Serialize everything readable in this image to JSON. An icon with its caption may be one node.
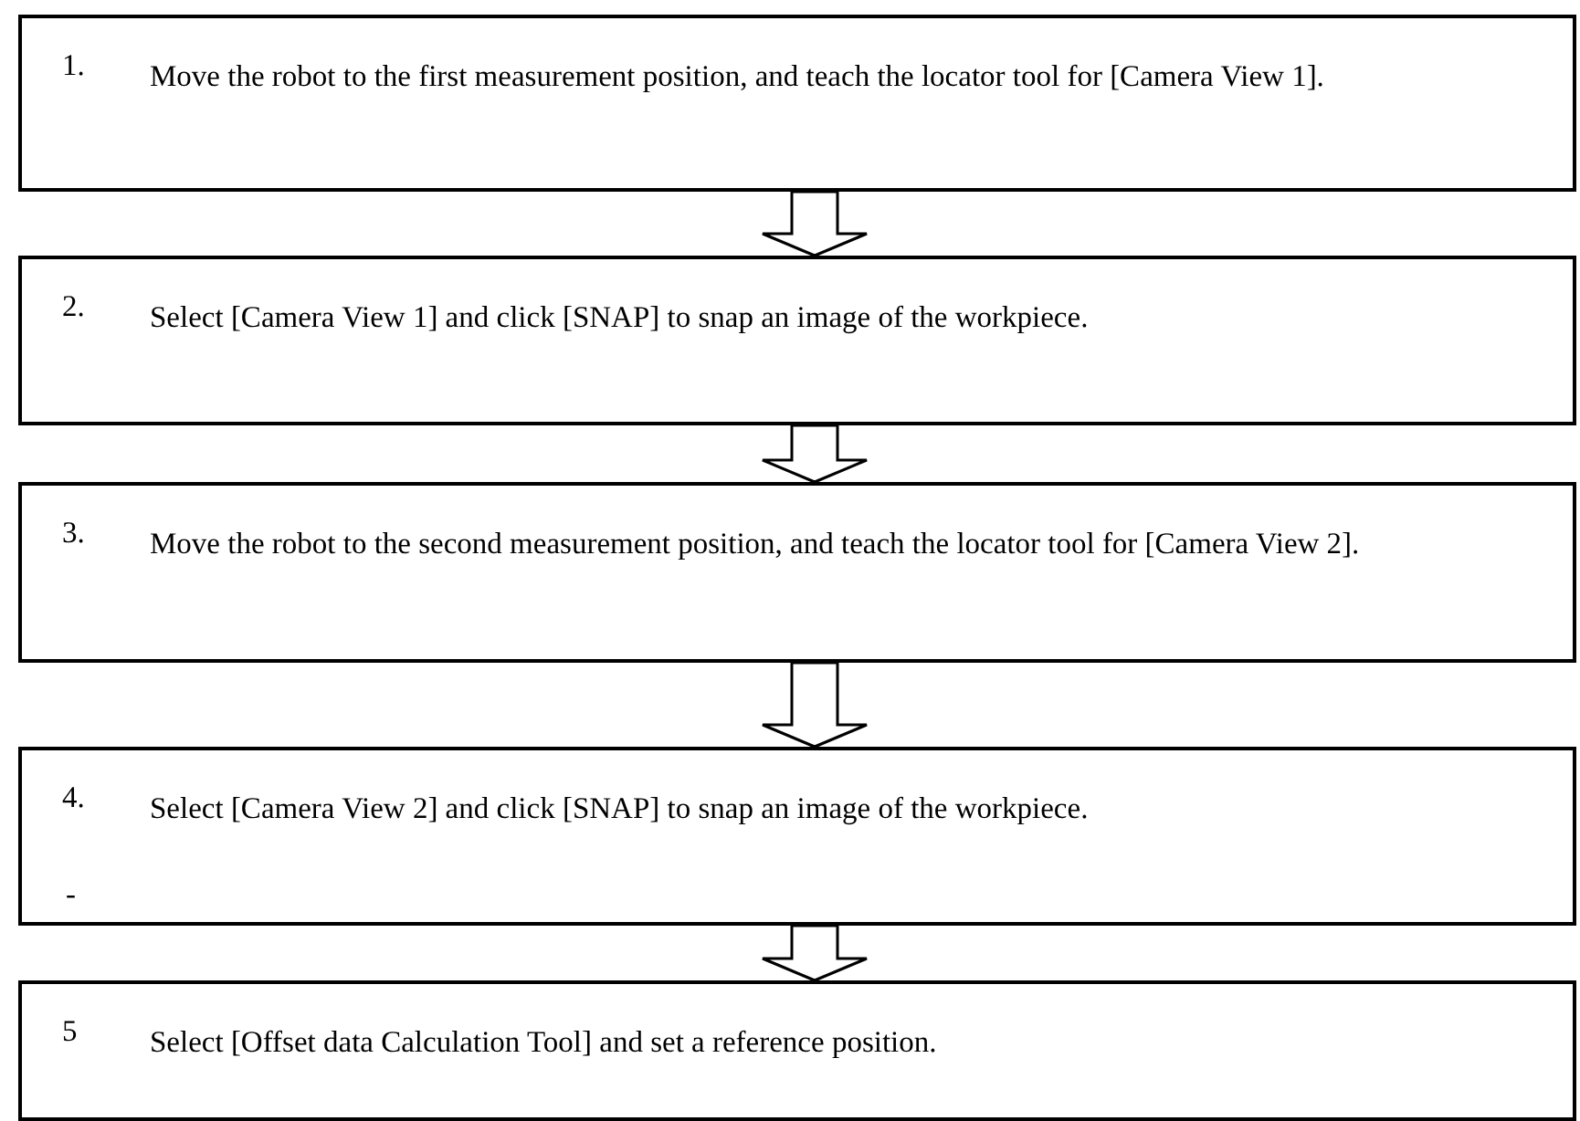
{
  "diagram": {
    "nodes": [
      {
        "text": [
          "1.",
          "Move the robot to the first measurement position, and teach the locator tool for [Camera View 1]."
        ]
      },
      {
        "text": [
          "2.",
          "Select [Camera View 1] and click [SNAP] to snap an image of the workpiece."
        ]
      },
      {
        "text": [
          "3.",
          "Move the robot to the second measurement position, and teach the locator tool for [Camera View 2]."
        ]
      },
      {
        "text": [
          "4.",
          "Select [Camera View 2] and click [SNAP] to snap an image of the workpiece."
        ]
      },
      {
        "text": [
          "5",
          "Select [Offset data Calculation Tool] and set a reference position."
        ]
      }
    ],
    "edges": [
      {
        "from": 0,
        "to": 1,
        "arrow": "to"
      },
      {
        "from": 1,
        "to": 2,
        "arrow": "to"
      },
      {
        "from": 2,
        "to": 3,
        "arrow": "to"
      },
      {
        "from": 3,
        "to": 4,
        "arrow": "to"
      }
    ],
    "labels": [
      "-"
    ]
  }
}
